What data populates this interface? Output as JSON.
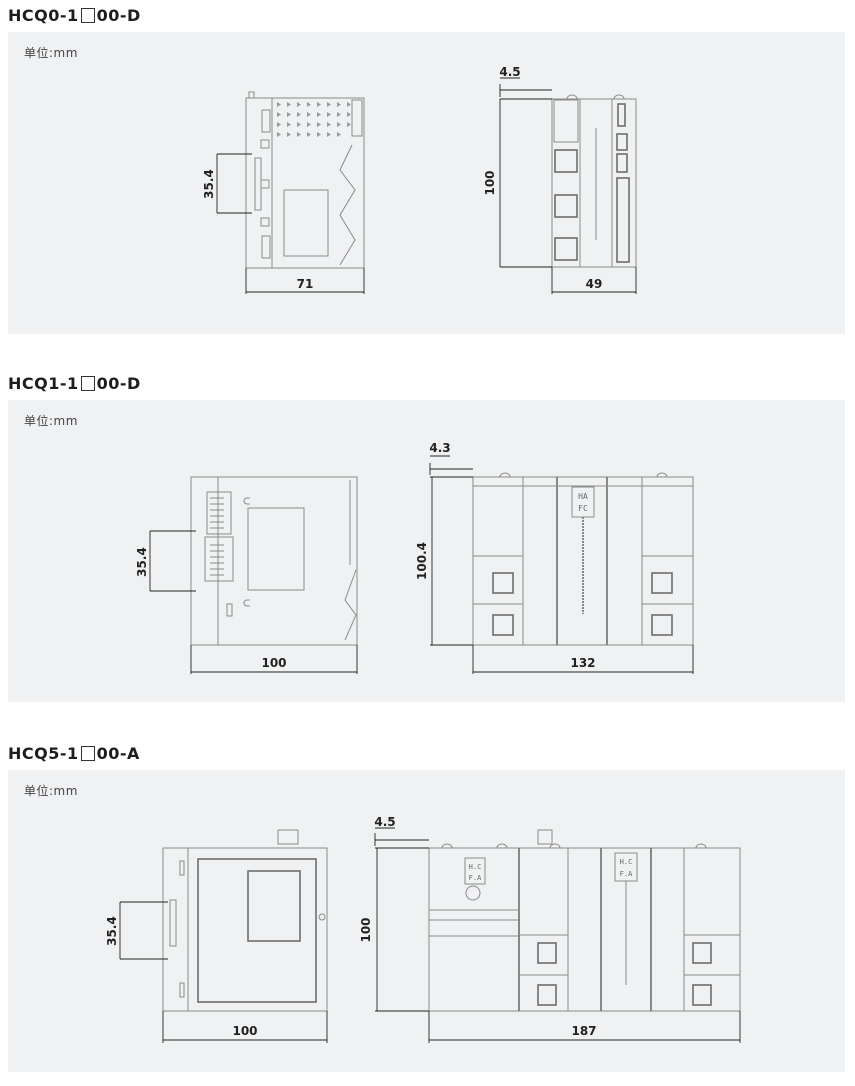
{
  "sections": [
    {
      "title_prefix": "HCQ0-1",
      "title_suffix": "00-D",
      "unit_label": "单位:mm",
      "side_view": {
        "din_rail_height": "35.4",
        "depth": "71"
      },
      "front_view": {
        "top_offset": "4.5",
        "height": "100",
        "width": "49"
      }
    },
    {
      "title_prefix": "HCQ1-1",
      "title_suffix": "00-D",
      "unit_label": "单位:mm",
      "side_view": {
        "din_rail_height": "35.4",
        "depth": "100"
      },
      "front_view": {
        "top_offset": "4.3",
        "height": "100.4",
        "width": "132",
        "logo_line1": "HA",
        "logo_line2": "FC"
      }
    },
    {
      "title_prefix": "HCQ5-1",
      "title_suffix": "00-A",
      "unit_label": "单位:mm",
      "side_view": {
        "din_rail_height": "35.4",
        "depth": "100"
      },
      "front_view": {
        "top_offset": "4.5",
        "height": "100",
        "width": "187",
        "logo_line1": "H.C",
        "logo_line2": "F.A"
      }
    }
  ]
}
